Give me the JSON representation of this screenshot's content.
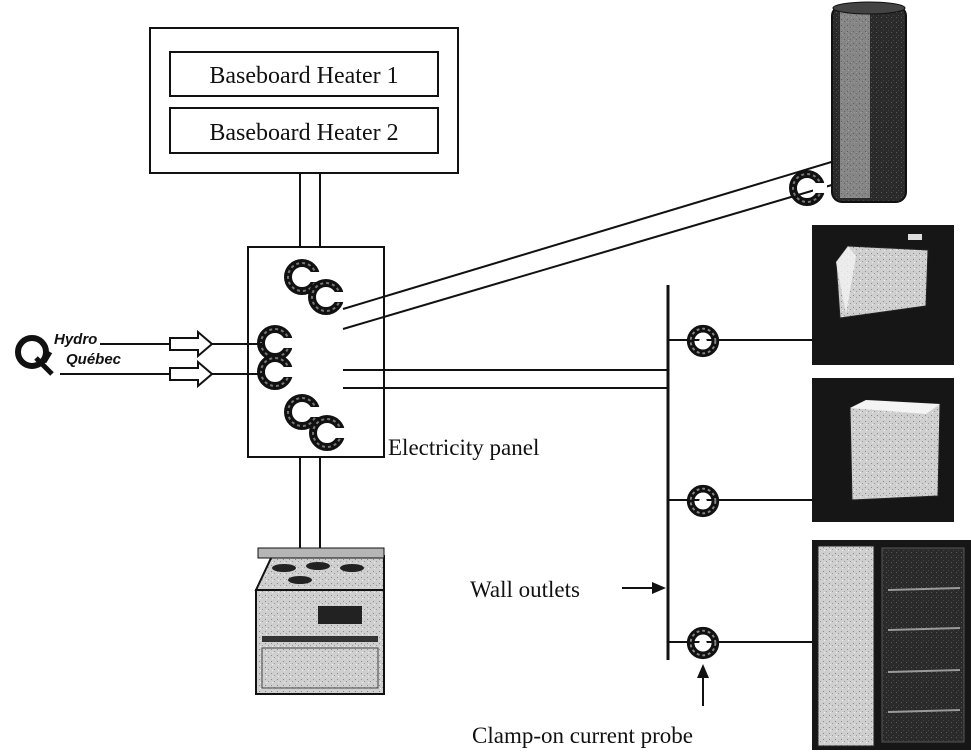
{
  "heaters": [
    {
      "label": "Baseboard Heater 1"
    },
    {
      "label": "Baseboard Heater 2"
    }
  ],
  "panel": {
    "label": "Electricity panel"
  },
  "utility": {
    "line1": "Hydro",
    "line2": "Québec"
  },
  "outlets": {
    "label": "Wall outlets"
  },
  "probe": {
    "label": "Clamp-on current probe"
  },
  "colors": {
    "ink": "#111111",
    "background": "#ffffff",
    "photo_bg": "#1a1a1a"
  },
  "icons": [
    "hydro-quebec-logo",
    "clamp-probe-icon",
    "arrow-icon",
    "water-heater-image",
    "microwave-image",
    "washer-image",
    "refrigerator-image",
    "stove-image"
  ]
}
